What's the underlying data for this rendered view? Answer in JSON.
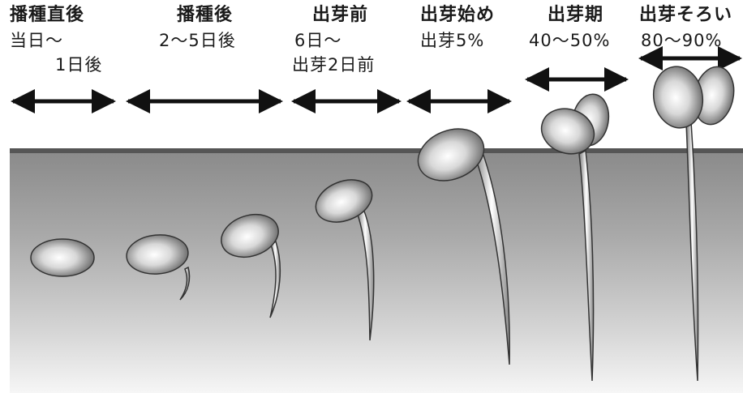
{
  "stages": [
    {
      "title": "播種直後",
      "lines": [
        "当日〜",
        "1日後"
      ]
    },
    {
      "title": "播種後",
      "lines": [
        "2〜5日後"
      ]
    },
    {
      "title": "出芽前",
      "lines": [
        "6日〜",
        "出芽2日前"
      ]
    },
    {
      "title": "出芽始め",
      "lines": [
        "出芽5%"
      ]
    },
    {
      "title": "出芽期",
      "lines": [
        "40〜50%"
      ]
    },
    {
      "title": "出芽そろい",
      "lines": [
        "80〜90%"
      ]
    }
  ],
  "colors": {
    "soil_top": "#8d8d8d",
    "soil_bottom": "#f4f4f4",
    "surface_line": "#555555",
    "arrow": "#111111",
    "seed_light": "#ffffff",
    "seed_dark": "#6f6f6f"
  }
}
